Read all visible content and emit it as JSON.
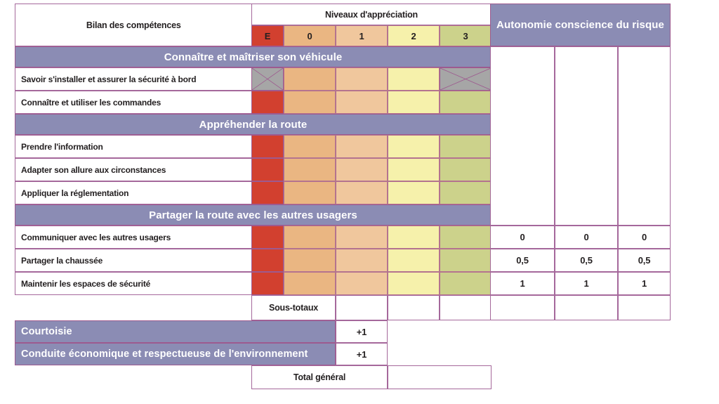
{
  "document": {
    "title": "Bilan des compétences",
    "levels_header": "Niveaux d'appréciation",
    "autonomy_header": "Autonomie conscience du risque"
  },
  "colors": {
    "banner_purple": "#8b8cb4",
    "border_mauve": "#a5689b",
    "border_dark": "#9d5a8f",
    "level_E": "#d2402f",
    "level_0": "#eab682",
    "level_1": "#f0c79d",
    "level_2": "#f6f1ab",
    "level_3": "#ccd28b",
    "disabled_grey": "#a6a6a6",
    "text_dark": "#231f20",
    "text_light": "#ffffff"
  },
  "levels": [
    {
      "label": "E",
      "key": "E"
    },
    {
      "label": "0",
      "key": "0"
    },
    {
      "label": "1",
      "key": "1"
    },
    {
      "label": "2",
      "key": "2"
    },
    {
      "label": "3",
      "key": "3"
    }
  ],
  "sections": [
    {
      "banner": "Connaître et maîtriser son véhicule",
      "rows": [
        {
          "label": "Savoir s'installer et assurer la sécurité à bord",
          "levels": [
            "disabled",
            "0",
            "1",
            "2",
            "disabled"
          ],
          "autonomy": [
            "",
            "",
            ""
          ]
        },
        {
          "label": "Connaître et utiliser les commandes",
          "levels": [
            "E",
            "0",
            "1",
            "2",
            "3"
          ],
          "autonomy": [
            "",
            "",
            ""
          ]
        }
      ]
    },
    {
      "banner": "Appréhender la route",
      "rows": [
        {
          "label": "Prendre l'information",
          "levels": [
            "E",
            "0",
            "1",
            "2",
            "3"
          ],
          "autonomy": [
            "",
            "",
            ""
          ]
        },
        {
          "label": "Adapter son allure aux circonstances",
          "levels": [
            "E",
            "0",
            "1",
            "2",
            "3"
          ],
          "autonomy": [
            "",
            "",
            ""
          ]
        },
        {
          "label": "Appliquer la réglementation",
          "levels": [
            "E",
            "0",
            "1",
            "2",
            "3"
          ],
          "autonomy": [
            "",
            "",
            ""
          ]
        }
      ]
    },
    {
      "banner": "Partager la route avec les autres usagers",
      "rows": [
        {
          "label": "Communiquer avec les autres usagers",
          "levels": [
            "E",
            "0",
            "1",
            "2",
            "3"
          ],
          "autonomy": [
            "0",
            "0",
            "0"
          ]
        },
        {
          "label": "Partager la chaussée",
          "levels": [
            "E",
            "0",
            "1",
            "2",
            "3"
          ],
          "autonomy": [
            "0,5",
            "0,5",
            "0,5"
          ]
        },
        {
          "label": "Maintenir les espaces de sécurité",
          "levels": [
            "E",
            "0",
            "1",
            "2",
            "3"
          ],
          "autonomy": [
            "1",
            "1",
            "1"
          ]
        }
      ]
    }
  ],
  "footer": {
    "subtotals_label": "Sous-totaux",
    "subtotals_values": [
      "",
      "",
      "",
      ""
    ],
    "bonus_rows": [
      {
        "label": "Courtoisie",
        "value": "+1"
      },
      {
        "label": "Conduite économique et respectueuse de l'environnement",
        "value": "+1"
      }
    ],
    "grand_total_label": "Total général",
    "grand_total_value": ""
  }
}
